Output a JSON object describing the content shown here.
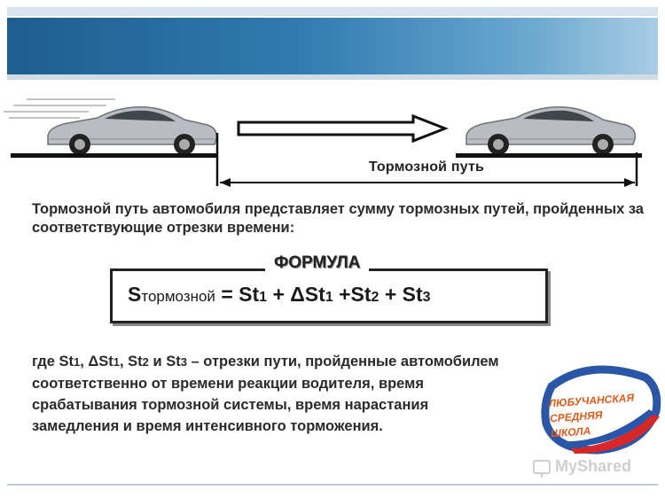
{
  "scene": {
    "braking_label": "Тормозной путь"
  },
  "intro_text": "Тормозной путь автомобиля представляет сумму тормозных путей, пройденных за соответствующие отрезки времени:",
  "formula": {
    "title": "ФОРМУЛА",
    "s_letter": "S",
    "s_subscript": "тормозной",
    "eq": " = St",
    "n1": "1",
    "plus_delta": " + ΔSt",
    "n1b": "1",
    "plus_st2": " +St",
    "n2": "2",
    "plus_st3": " + St",
    "n3": "3"
  },
  "description": {
    "p1": "где St",
    "n1": "1",
    "p2": ", ΔSt",
    "n2": "1",
    "p3": ", St",
    "n3": "2",
    "p4": " и St",
    "n4": "3",
    "p5": " – отрезки пути, пройденные автомобилем соответственно от времени реакции водителя, время срабатывания тормозной системы, время нарастания замедления и время интенсивного торможения."
  },
  "logo": {
    "line1": "ЛЮБУЧАНСКАЯ",
    "line2": "СРЕДНЯЯ",
    "line3": "ШКОЛА"
  },
  "watermark": {
    "text": "MyShared"
  },
  "colors": {
    "banner_dark": "#1e5d8e",
    "banner_light": "#a9cde4",
    "logo_orange": "#e05a1a",
    "logo_blue": "#2a56a8",
    "logo_red": "#d62828"
  }
}
